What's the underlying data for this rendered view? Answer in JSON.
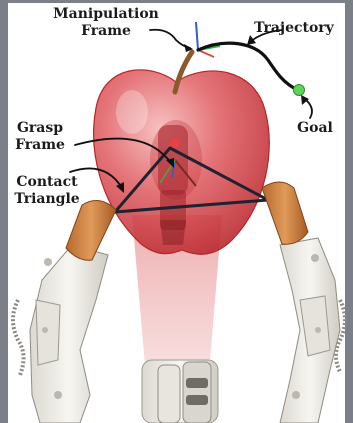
{
  "labels": {
    "manipulation_frame": "Manipulation\nFrame",
    "trajectory": "Trajectory",
    "goal": "Goal",
    "grasp_frame": "Grasp\nFrame",
    "contact_triangle": "Contact\nTriangle"
  },
  "colors": {
    "background": "#ffffff",
    "border": "#7a7f88",
    "apple_fill": "#d9474c",
    "apple_outline": "#b3262b",
    "robot_body": "#f2f0ea",
    "finger_pad": "#d08443",
    "triangle": "#1f2230",
    "goal_point": "#5fd35a",
    "trajectory": "#111111",
    "axis_x": "#e14a3a",
    "axis_y": "#3fae49",
    "axis_z": "#2c5fd1"
  },
  "icons": {
    "goal": "goal-point-icon",
    "frame": "coordinate-axes-icon"
  }
}
